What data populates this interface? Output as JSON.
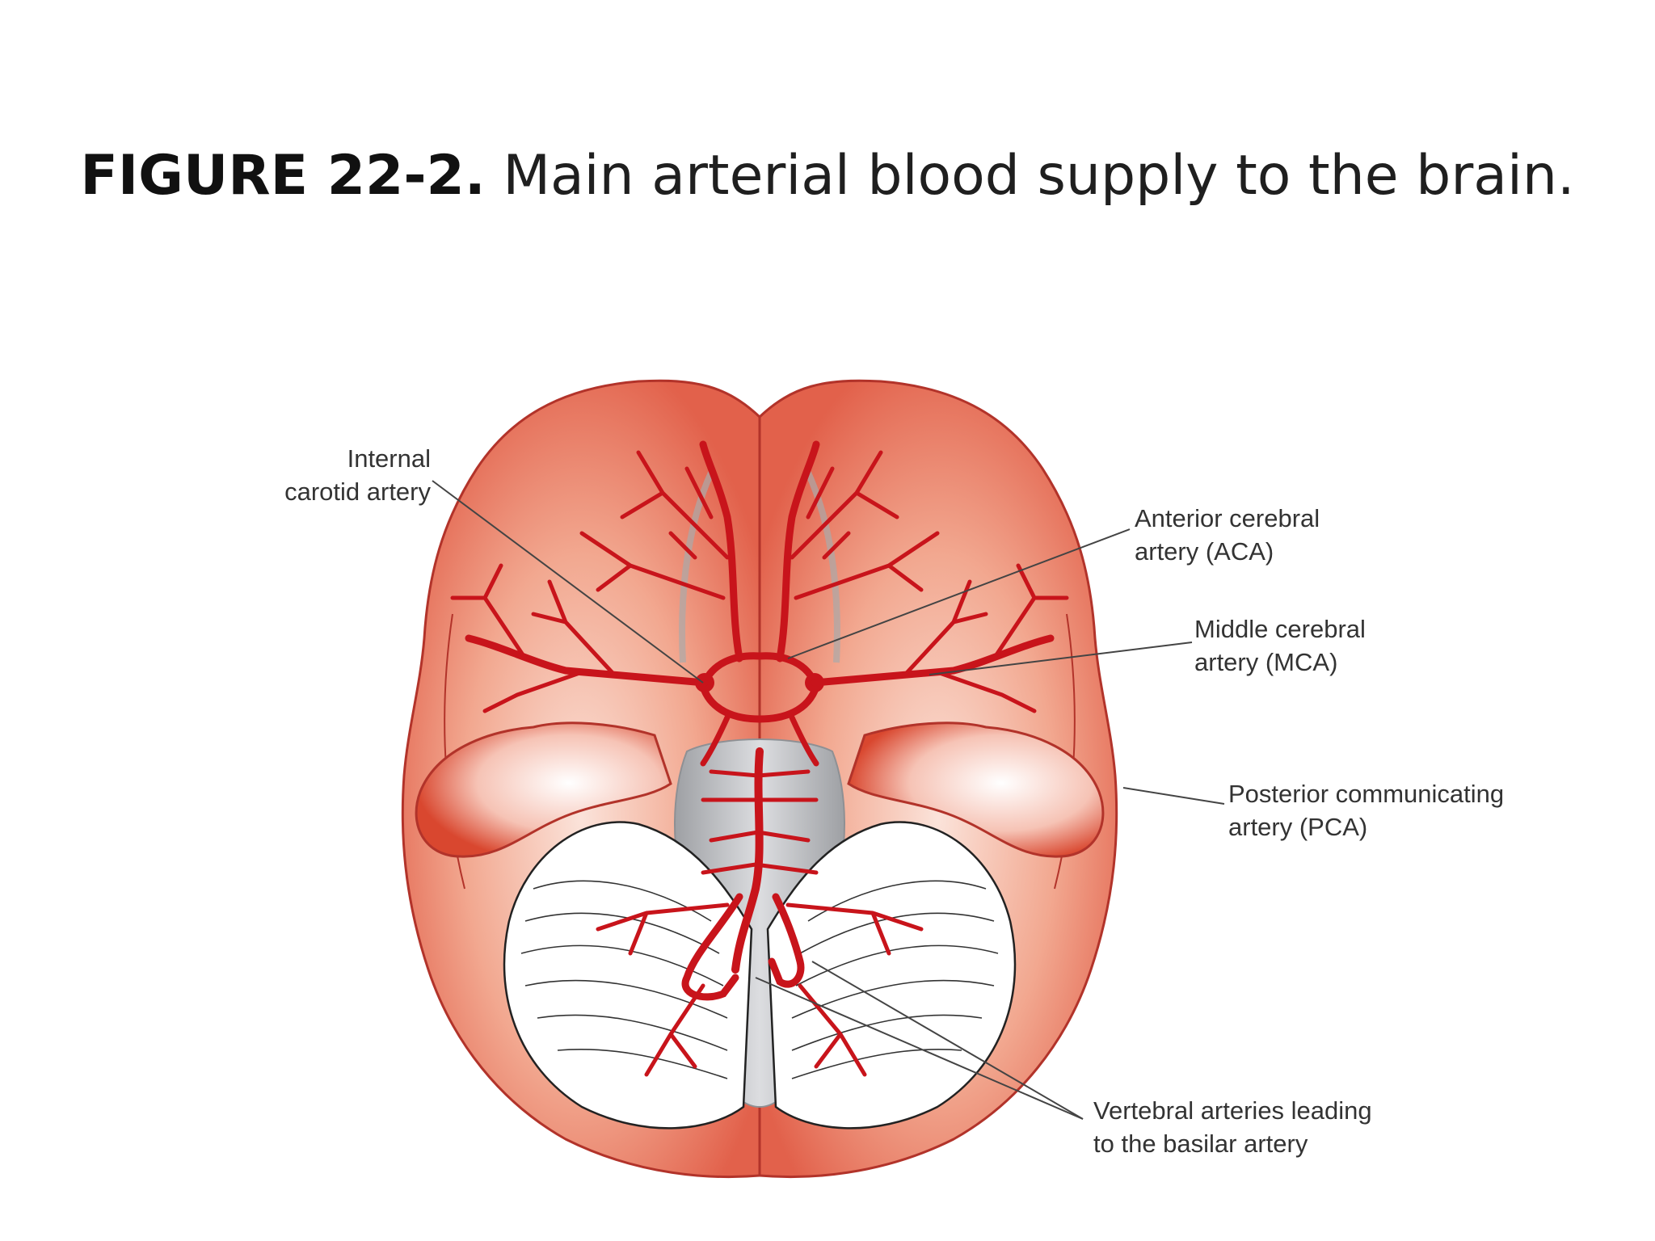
{
  "caption": {
    "figure_label": "FIGURE 22-2.",
    "text": "Main arterial blood supply to the brain."
  },
  "labels": {
    "internal_carotid": [
      "Internal",
      "carotid artery"
    ],
    "aca": [
      "Anterior cerebral",
      "artery (ACA)"
    ],
    "mca": [
      "Middle cerebral",
      "artery (MCA)"
    ],
    "pca": [
      "Posterior communicating",
      "artery (PCA)"
    ],
    "vertebral": [
      "Vertebral arteries leading",
      "to the basilar artery"
    ]
  },
  "colors": {
    "artery": "#c8141b",
    "cortex": "#ec8a72",
    "cortex_light": "#f8d4c8",
    "outline": "#b2332a",
    "brainstem": "#c8c9cc",
    "cerebellum": "#ffffff",
    "leader_line": "#444444"
  }
}
